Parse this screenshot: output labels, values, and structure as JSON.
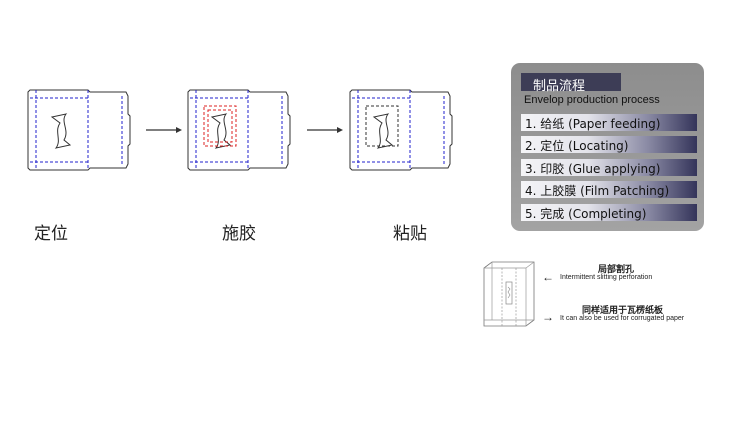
{
  "steps": [
    {
      "label": "定位"
    },
    {
      "label": "施胶"
    },
    {
      "label": "粘贴"
    }
  ],
  "panel": {
    "title": "制品流程",
    "subtitle": "Envelop production process",
    "items": [
      {
        "label": "1. 给纸 (Paper feeding)"
      },
      {
        "label": "2. 定位 (Locating)"
      },
      {
        "label": "3. 印胶 (Glue applying)"
      },
      {
        "label": "4. 上胶膜 (Film Patching)"
      },
      {
        "label": "5. 完成 (Completing)"
      }
    ]
  },
  "notes": {
    "perforation_cn": "局部割孔",
    "perforation_en": "Intermittent slitting perforation",
    "corrugated_cn": "同样适用于瓦楞纸板",
    "corrugated_en": "It can also be used for corrugated paper"
  },
  "colors": {
    "fold_line": "#2222cc",
    "glue_line": "#dd2222",
    "panel_bg": "#999999",
    "title_bar": "#3d3d56"
  }
}
